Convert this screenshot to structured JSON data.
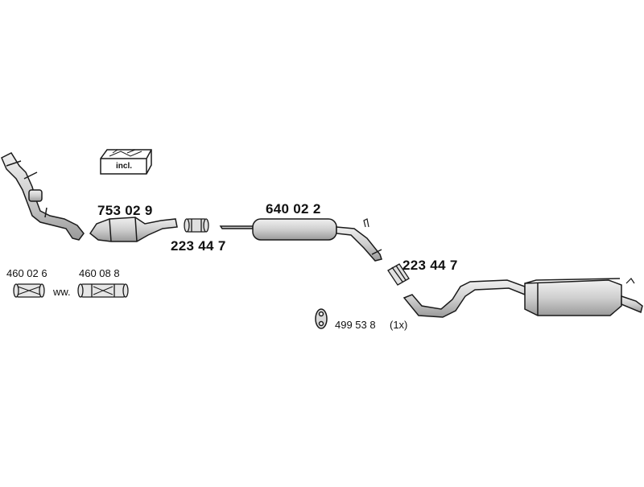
{
  "diagram": {
    "incl_label": "incl.",
    "parts": {
      "catalytic_converter": "753 02 9",
      "clamp_front": "223 44 7",
      "middle_silencer": "640 02 2",
      "clamp_rear": "223 44 7",
      "flex_pipe_a": "460 02 6",
      "flex_pipe_b": "460 08 8",
      "rubber_mount": "499 53 8"
    },
    "alternative_word": "ww.",
    "quantity_note": "(1x)",
    "colors": {
      "part_fill": "#d6d6d6",
      "part_stroke": "#1a1a1a",
      "text": "#111111"
    }
  }
}
